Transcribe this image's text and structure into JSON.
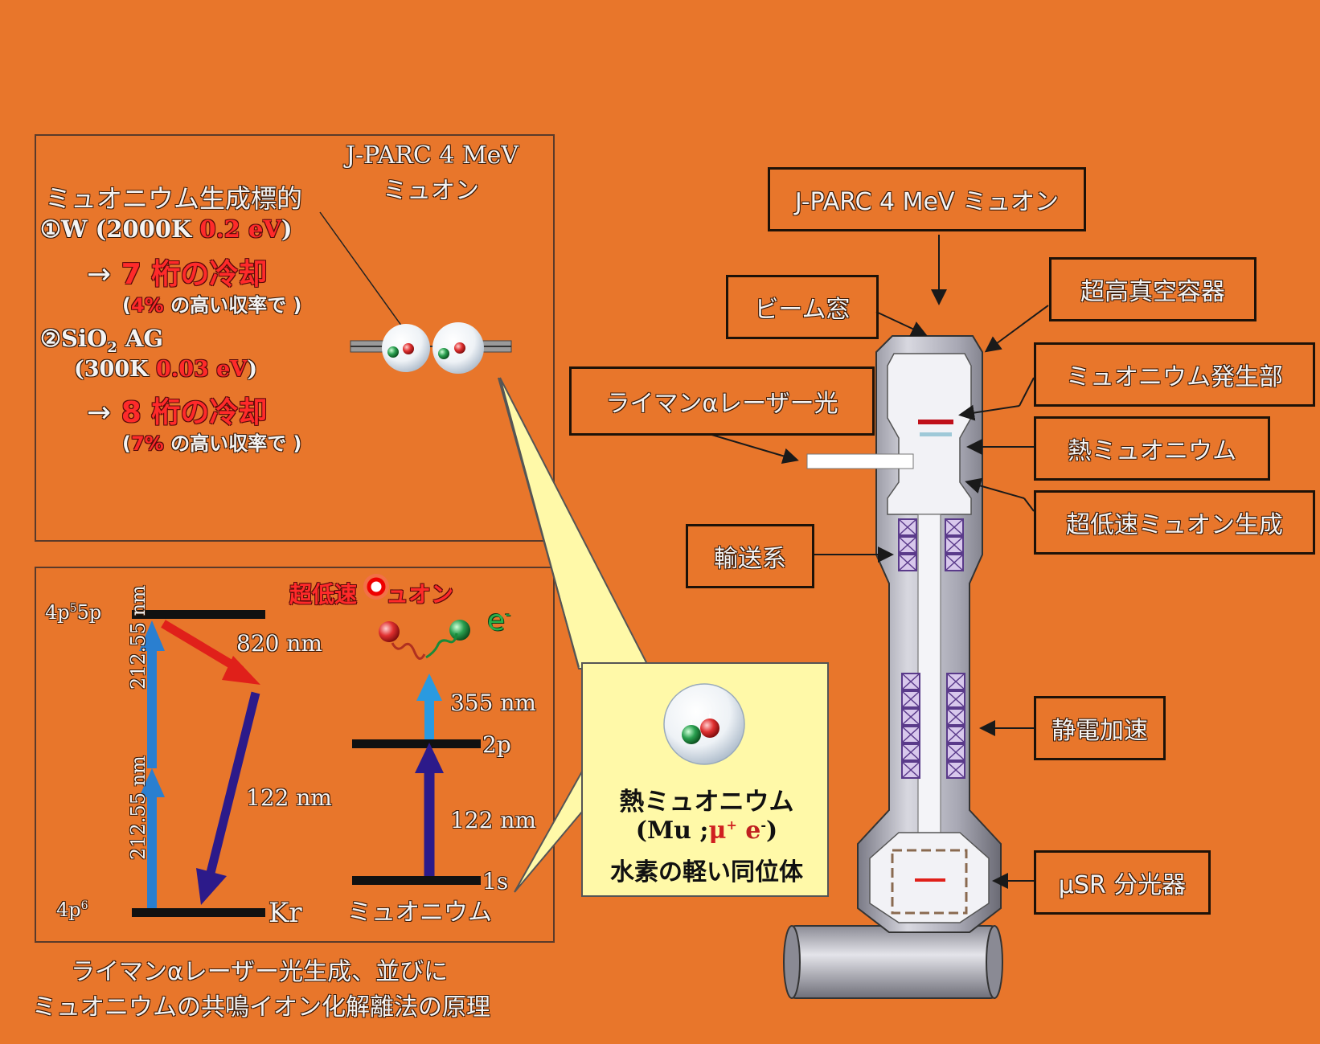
{
  "top_panel": {
    "source_label_line1": "J-PARC 4 MeV",
    "source_label_line2": "ミュオン",
    "target_heading": "ミュオニウム生成標的",
    "item1_prefix": "①W (2000K ",
    "item1_energy": "0.2 eV",
    "item1_suffix": ")",
    "item1_arrow": "→",
    "item1_digits": "7",
    "item1_cooling": "桁の冷却",
    "item1_yield_open": "(",
    "item1_yield_pct": "4%",
    "item1_yield_rest": " の高い収率で )",
    "item2_prefix": "②SiO",
    "item2_sub": "2",
    "item2_suffix": " AG",
    "item2_temp": "(300K ",
    "item2_energy": "0.03 eV",
    "item2_close": ")",
    "item2_arrow": "→",
    "item2_digits": "8",
    "item2_cooling": "桁の冷却",
    "item2_yield_open": "(",
    "item2_yield_pct": "7%",
    "item2_yield_rest": " の高い収率で )"
  },
  "level_panel": {
    "ulm_label_a": "超低速",
    "ulm_label_b": "ュオン",
    "electron_label": "e",
    "electron_sup": "-",
    "kr_upper": "4p",
    "kr_upper_sup": "5",
    "kr_upper_end": "5p",
    "kr_lower": "4p",
    "kr_lower_sup": "6",
    "kr_label": "Kr",
    "lbl_820": "820 nm",
    "lbl_212_upper": "212.55 nm",
    "lbl_212_lower": "212.55 nm",
    "lbl_122_kr": "122 nm",
    "lbl_355": "355 nm",
    "lbl_122_mu": "122 nm",
    "lbl_2p": "2p",
    "lbl_1s": "1s",
    "mu_label": "ミュオニウム"
  },
  "caption": {
    "line1": "ライマンαレーザー光生成、並びに",
    "line2": "ミュオニウムの共鳴イオン化解離法の原理"
  },
  "callout": {
    "line1": "熱ミュオニウム",
    "line2_a": "(Mu ;",
    "line2_mu": "μ",
    "line2_plus": "+",
    "line2_e": " e",
    "line2_minus": "-",
    "line2_close": ")",
    "line3": "水素の軽い同位体"
  },
  "apparatus_labels": {
    "source": "J-PARC 4 MeV ミュオン",
    "window": "ビーム窓",
    "vessel": "超高真空容器",
    "laser": "ライマンαレーザー光",
    "generator": "ミュオニウム発生部",
    "thermal": "熱ミュオニウム",
    "ulm_gen": "超低速ミュオン生成",
    "transport": "輸送系",
    "accel": "静電加速",
    "musr": "μSR 分光器"
  },
  "colors": {
    "background": "#e8762b",
    "red_text": "#ff2a2a",
    "arrow_blue": "#2a7fd0",
    "arrow_navy": "#2c1a8a",
    "arrow_red": "#e0201a",
    "callout_bg": "#fff9a8"
  }
}
